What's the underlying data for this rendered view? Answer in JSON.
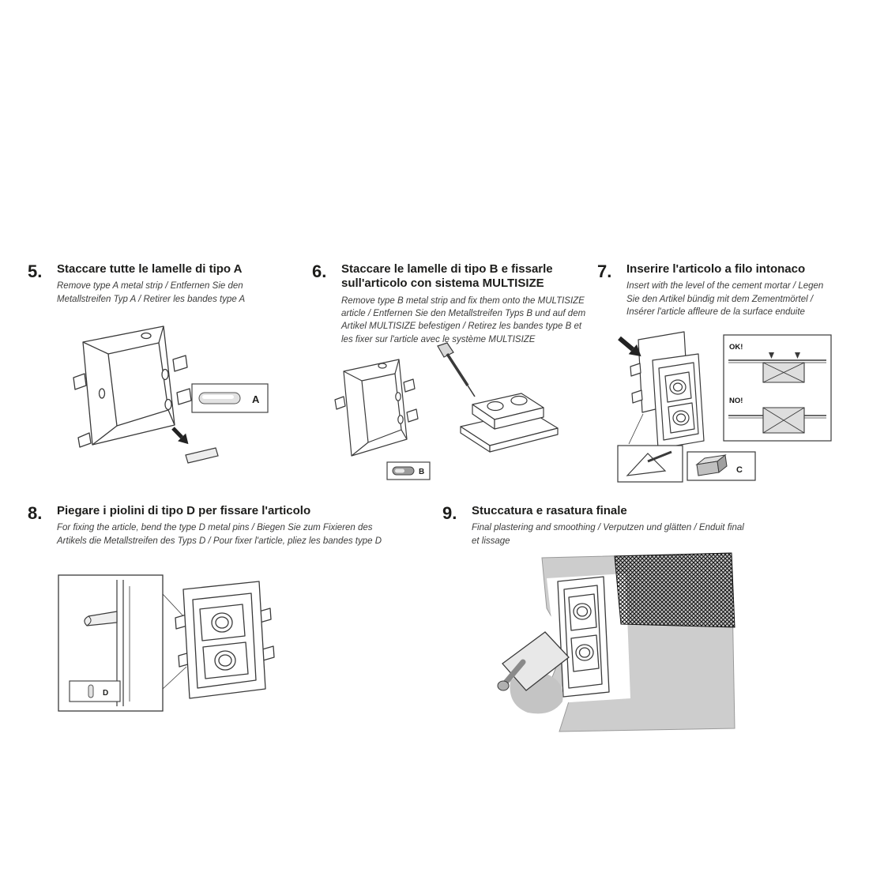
{
  "steps": [
    {
      "number": "5.",
      "title": "Staccare tutte le lamelle di tipo A",
      "subtitle": "Remove type A metal strip / Entfernen Sie den Metallstreifen Typ A / Retirer les bandes type A",
      "figure_label": "A"
    },
    {
      "number": "6.",
      "title": "Staccare le lamelle di tipo B e fissarle sull'articolo con sistema MULTISIZE",
      "subtitle": "Remove type B metal strip and fix them onto the MULTISIZE article / Entfernen Sie den Metallstreifen Typs B und auf dem Artikel MULTISIZE befestigen / Retirez les bandes type B et les fixer sur l'article avec le système MULTISIZE",
      "figure_label": "B"
    },
    {
      "number": "7.",
      "title": "Inserire l'articolo a filo intonaco",
      "subtitle": "Insert with the level of the cement mortar / Legen Sie den Artikel bündig mit dem Zementmörtel / Insérer l'article affleure de la surface enduite",
      "figure_label": "C",
      "ok_label": "OK!",
      "no_label": "NO!"
    },
    {
      "number": "8.",
      "title": "Piegare i piolini di tipo D per fissare l'articolo",
      "subtitle": "For fixing the article, bend the type D metal pins / Biegen Sie zum Fixieren des Artikels die Metallstreifen des Typs D / Pour fixer l'article, pliez les bandes type D",
      "figure_label": "D"
    },
    {
      "number": "9.",
      "title": "Stuccatura e rasatura finale",
      "subtitle": "Final plastering and smoothing / Verputzen und glätten / Enduit final et lissage"
    }
  ]
}
